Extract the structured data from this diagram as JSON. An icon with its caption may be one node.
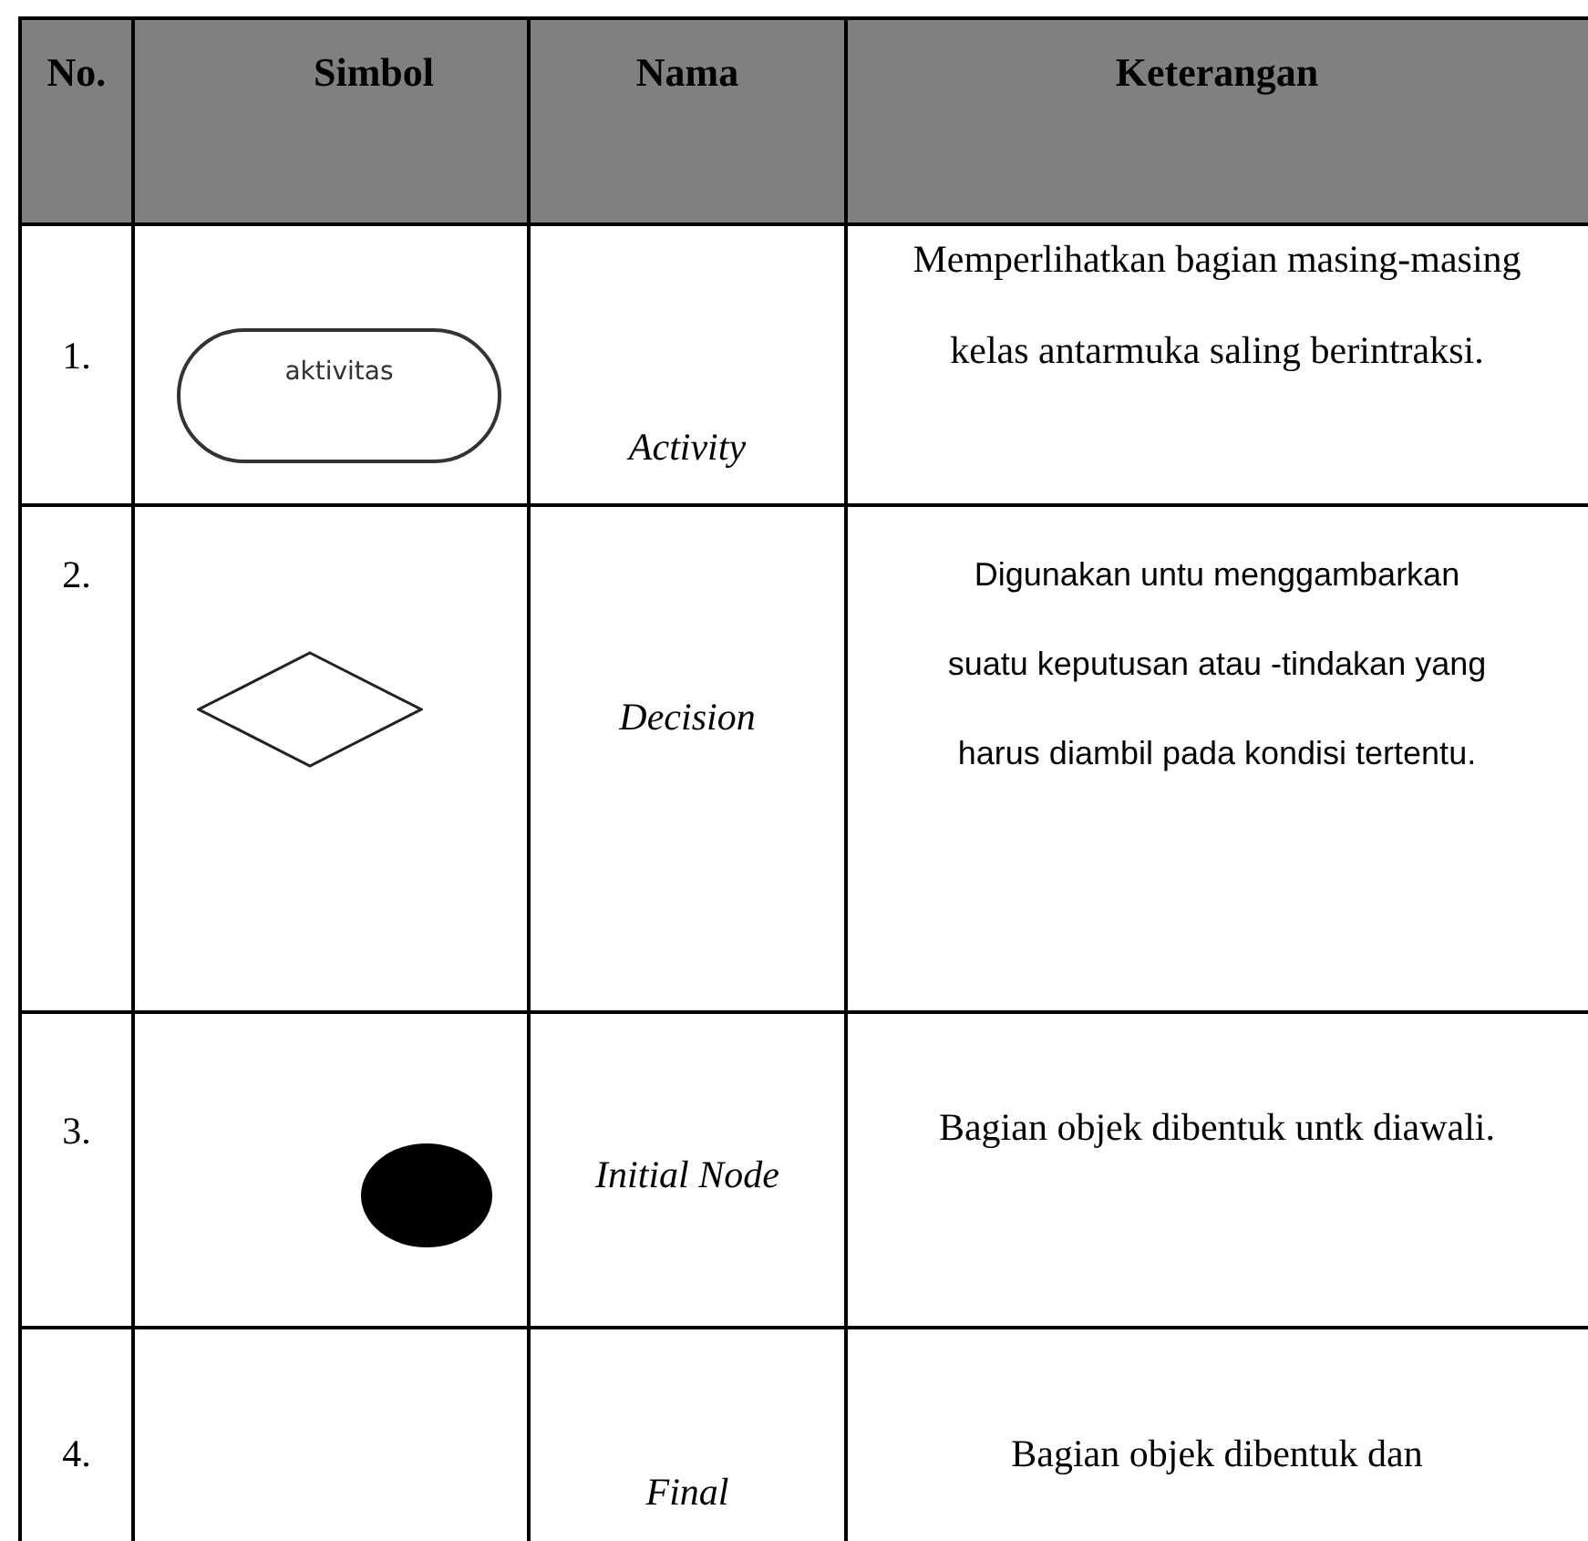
{
  "diagram": {
    "nodes": [
      {
        "text": [
          "aktivitas"
        ]
      },
      {
        "text": [],
        "shape": "diamond"
      },
      {
        "text": [],
        "shape": "circle"
      }
    ],
    "labels": [
      "No.",
      "Simbol",
      "Nama",
      "Keterangan",
      "1.",
      "Activity",
      "Memperlihatkan bagian masing-masing kelas antarmuka saling berintraksi.",
      "2.",
      "Decision",
      "Digunakan untu menggambarkan suatu keputusan atau -tindakan yang harus diambil pada kondisi tertentu.",
      "3.",
      "Initial Node",
      "Bagian objek dibentuk untk diawali.",
      "4.",
      "Final",
      "Bagian objek dibentuk dan"
    ]
  }
}
